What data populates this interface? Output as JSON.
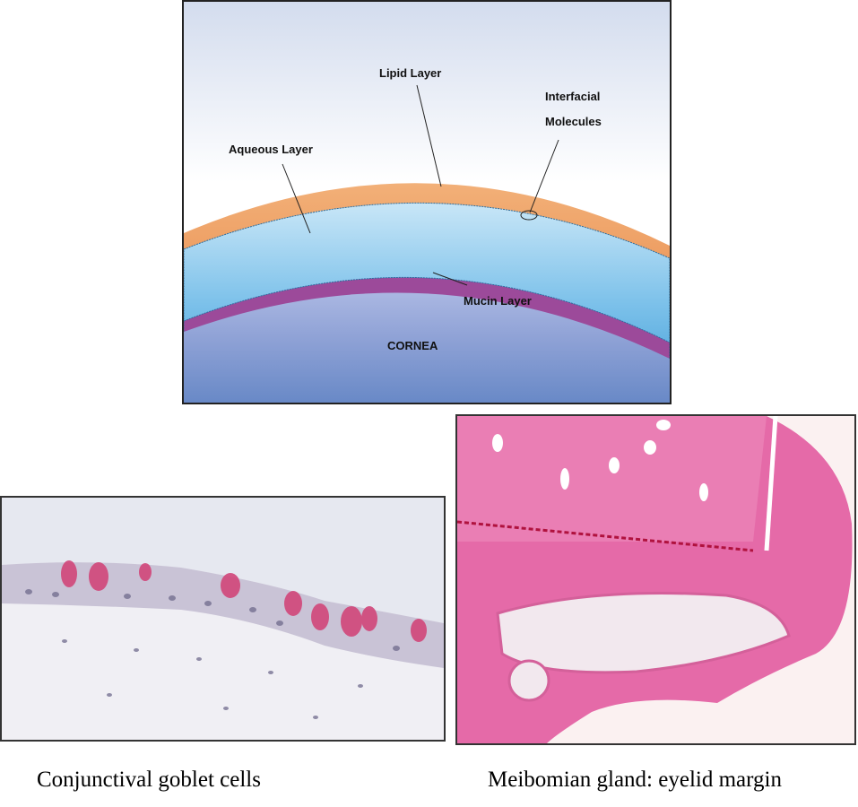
{
  "tear_film_diagram": {
    "labels": {
      "lipid": "Lipid Layer",
      "interfacial_line1": "Interfacial",
      "interfacial_line2": "Molecules",
      "aqueous": "Aqueous Layer",
      "mucin": "Mucin Layer",
      "cornea": "CORNEA"
    },
    "colors": {
      "sky_top": "#d3dcee",
      "sky_bottom": "#ffffff",
      "lipid": "#e8894a",
      "aqueous": "#5aaee0",
      "mucin": "#9c4a9a",
      "cornea": "#6a8ac8"
    }
  },
  "histology": {
    "left": {
      "caption": "Conjunctival goblet cells",
      "colors": {
        "background": "#e6e8f0",
        "goblet": "#d1467a",
        "nuclei": "#6f6a8c",
        "stroma": "#f0eff4"
      }
    },
    "right": {
      "caption": "Meibomian gland: eyelid margin",
      "colors": {
        "tissue": "#e56aa8",
        "gland": "#f2e8ee",
        "background": "#fbf1f1"
      }
    }
  }
}
